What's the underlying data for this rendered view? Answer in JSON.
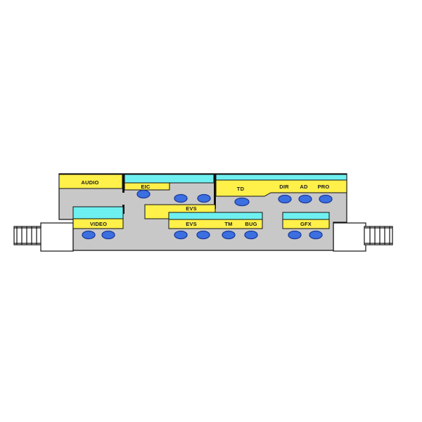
{
  "diagram": {
    "colors": {
      "floor": "#c8c8c8",
      "desk": "#fff04a",
      "monitor": "#6ff0f0",
      "seat": "#3c6fe0",
      "outline": "#111111"
    },
    "positions": {
      "audio": "AUDIO",
      "eic": "EIC",
      "td": "TD",
      "dir": "DIR",
      "ad": "AD",
      "pro": "PRO",
      "video": "VIDEO",
      "evs_upper": "EVS",
      "evs_lower": "EVS",
      "tm": "TM",
      "bug": "BUG",
      "gfx": "GFX"
    }
  }
}
